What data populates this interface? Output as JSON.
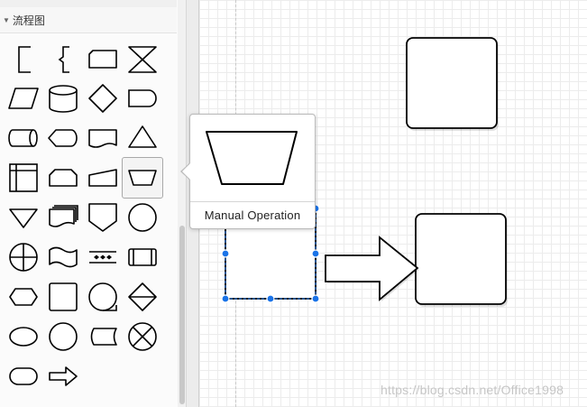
{
  "sidebar": {
    "section_title": "流程图",
    "shapes": [
      [
        "annotation-bracket",
        "curly-bracket",
        "card",
        "collate"
      ],
      [
        "data",
        "database",
        "decision",
        "delay"
      ],
      [
        "direct-data",
        "display",
        "document",
        "extract"
      ],
      [
        "internal-storage",
        "loop-limit",
        "manual-input",
        "manual-operation"
      ],
      [
        "merge",
        "multi-document",
        "off-page-reference",
        "connector"
      ],
      [
        "or",
        "paper-tape",
        "parallel-mode",
        "predefined-process"
      ],
      [
        "preparation",
        "process",
        "sequential-data",
        "sort"
      ],
      [
        "start-end",
        "start",
        "stored-data",
        "summing-junction"
      ],
      [
        "terminator",
        "arrow"
      ]
    ]
  },
  "tooltip": {
    "label": "Manual Operation"
  },
  "watermark": "https://blog.csdn.net/Office1998",
  "colors": {
    "selection": "#1a73e8",
    "stroke": "#000000",
    "grid": "#ececec"
  }
}
